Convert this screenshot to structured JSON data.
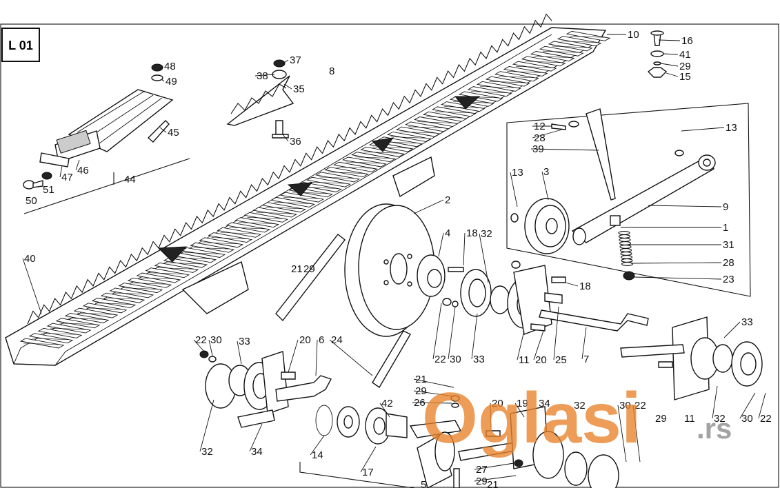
{
  "page": {
    "code": "L 01"
  },
  "parts": [
    {
      "id": "p48",
      "n": "48"
    },
    {
      "id": "p49",
      "n": "49"
    },
    {
      "id": "p45",
      "n": "45"
    },
    {
      "id": "p46",
      "n": "46"
    },
    {
      "id": "p47",
      "n": "47"
    },
    {
      "id": "p44",
      "n": "44"
    },
    {
      "id": "p50",
      "n": "50"
    },
    {
      "id": "p51",
      "n": "51"
    },
    {
      "id": "p37",
      "n": "37"
    },
    {
      "id": "p38",
      "n": "38"
    },
    {
      "id": "p35",
      "n": "35"
    },
    {
      "id": "p36",
      "n": "36"
    },
    {
      "id": "p8",
      "n": "8"
    },
    {
      "id": "p10",
      "n": "10"
    },
    {
      "id": "p16",
      "n": "16"
    },
    {
      "id": "p41",
      "n": "41"
    },
    {
      "id": "p29a",
      "n": "29"
    },
    {
      "id": "p15",
      "n": "15"
    },
    {
      "id": "p12",
      "n": "12"
    },
    {
      "id": "p28a",
      "n": "28"
    },
    {
      "id": "p39",
      "n": "39"
    },
    {
      "id": "p13a",
      "n": "13"
    },
    {
      "id": "p13b",
      "n": "13"
    },
    {
      "id": "p3",
      "n": "3"
    },
    {
      "id": "p9",
      "n": "9"
    },
    {
      "id": "p1a",
      "n": "1"
    },
    {
      "id": "p31",
      "n": "31"
    },
    {
      "id": "p28b",
      "n": "28"
    },
    {
      "id": "p23",
      "n": "23"
    },
    {
      "id": "p2",
      "n": "2"
    },
    {
      "id": "p4",
      "n": "4"
    },
    {
      "id": "p18a",
      "n": "18"
    },
    {
      "id": "p32a",
      "n": "32"
    },
    {
      "id": "p18b",
      "n": "18"
    },
    {
      "id": "p40",
      "n": "40"
    },
    {
      "id": "p21a",
      "n": "21"
    },
    {
      "id": "p29b",
      "n": "29"
    },
    {
      "id": "p22a",
      "n": "22"
    },
    {
      "id": "p30a",
      "n": "30"
    },
    {
      "id": "p33a",
      "n": "33"
    },
    {
      "id": "p11a",
      "n": "11"
    },
    {
      "id": "p20a",
      "n": "20"
    },
    {
      "id": "p25",
      "n": "25"
    },
    {
      "id": "p7",
      "n": "7"
    },
    {
      "id": "p33b",
      "n": "33"
    },
    {
      "id": "p22b",
      "n": "22"
    },
    {
      "id": "p30b",
      "n": "30"
    },
    {
      "id": "p33c",
      "n": "33"
    },
    {
      "id": "p20b",
      "n": "20"
    },
    {
      "id": "p6",
      "n": "6"
    },
    {
      "id": "p24",
      "n": "24"
    },
    {
      "id": "p32b",
      "n": "32"
    },
    {
      "id": "p34",
      "n": "34"
    },
    {
      "id": "p21b",
      "n": "21"
    },
    {
      "id": "p29c",
      "n": "29"
    },
    {
      "id": "p26",
      "n": "26"
    },
    {
      "id": "p42",
      "n": "42"
    },
    {
      "id": "p14",
      "n": "14"
    },
    {
      "id": "p17",
      "n": "17"
    },
    {
      "id": "p20c",
      "n": "20"
    },
    {
      "id": "p19",
      "n": "19"
    },
    {
      "id": "p34b",
      "n": "34"
    },
    {
      "id": "p32c",
      "n": "32"
    },
    {
      "id": "p30c",
      "n": "30"
    },
    {
      "id": "p22c",
      "n": "22"
    },
    {
      "id": "p29d",
      "n": "29"
    },
    {
      "id": "p11b",
      "n": "11"
    },
    {
      "id": "p32d",
      "n": "32"
    },
    {
      "id": "p30d",
      "n": "30"
    },
    {
      "id": "p22d",
      "n": "22"
    },
    {
      "id": "p27",
      "n": "27"
    },
    {
      "id": "p29e",
      "n": "29"
    },
    {
      "id": "p5",
      "n": "5"
    },
    {
      "id": "p21c",
      "n": "21"
    }
  ],
  "watermark": {
    "text": "Oglasi",
    "suffix": ".rs",
    "color": "#e8822a"
  }
}
